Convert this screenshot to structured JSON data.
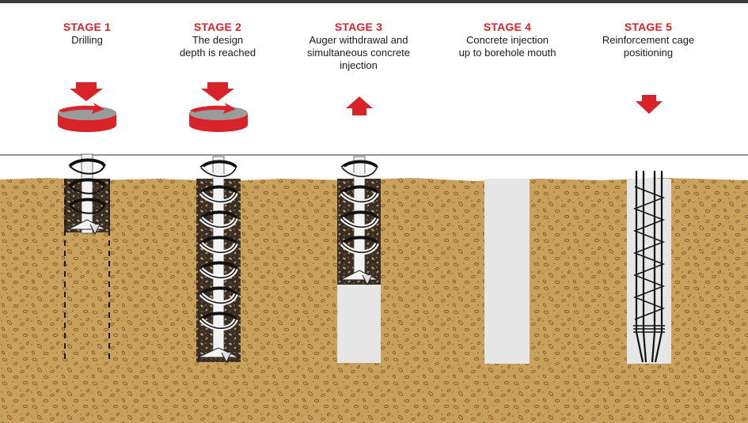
{
  "stages": [
    {
      "title": "STAGE 1",
      "description": "Drilling"
    },
    {
      "title": "STAGE 2",
      "description": "The design\ndepth is reached"
    },
    {
      "title": "STAGE 3",
      "description": "Auger withdrawal and\nsimultaneous concrete\ninjection"
    },
    {
      "title": "STAGE 4",
      "description": "Concrete injection\nup to borehole mouth"
    },
    {
      "title": "STAGE 5",
      "description": "Reinforcement cage\npositioning"
    }
  ],
  "colors": {
    "accent": "#d8232a",
    "soil": "#c9a05c",
    "soil_pebble": "#7a5a2a",
    "borehole_spoil": "#3b2e22",
    "concrete": "#e6e6e6",
    "sky": "#ffffff"
  },
  "icons": [
    "rotation-arrow-icon",
    "down-arrow-icon",
    "up-arrow-icon"
  ]
}
